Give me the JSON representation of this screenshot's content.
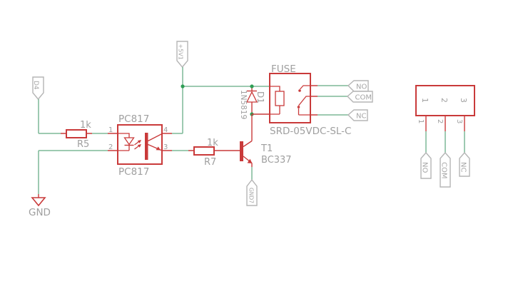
{
  "schematic": {
    "colors": {
      "component_red": "#c93a3a",
      "wire_green": "#7db897",
      "junction_green": "#2f9e55",
      "label_gray": "#9f9f9f",
      "flag_gray": "#b5b5b5",
      "background": "#ffffff"
    },
    "net_flags": {
      "input": "D4",
      "supply": "+5V1",
      "ground": "GND",
      "ground7": "GND7"
    },
    "optocoupler": {
      "name": "PC817",
      "value": "PC817",
      "pins": {
        "p1": "1",
        "p2": "2",
        "p3": "3",
        "p4": "4"
      }
    },
    "resistors": {
      "r5": {
        "value": "1k",
        "name": "R5"
      },
      "r7": {
        "value": "1k",
        "name": "R7"
      }
    },
    "diode": {
      "value": "1N5819",
      "name": "D1"
    },
    "transistor": {
      "name": "T1",
      "value": "BC337"
    },
    "relay": {
      "name": "FUSE",
      "value": "SRD-05VDC-SL-C",
      "outputs": {
        "no": "NO",
        "com": "COM",
        "nc": "NC"
      }
    },
    "connector": {
      "pins": {
        "p1": "1",
        "p2": "2",
        "p3": "3"
      },
      "pin_labels": {
        "l1": "1",
        "l2": "2",
        "l3": "3"
      },
      "flags": {
        "no": "NO",
        "com": "COM",
        "nc": "NC"
      }
    }
  }
}
